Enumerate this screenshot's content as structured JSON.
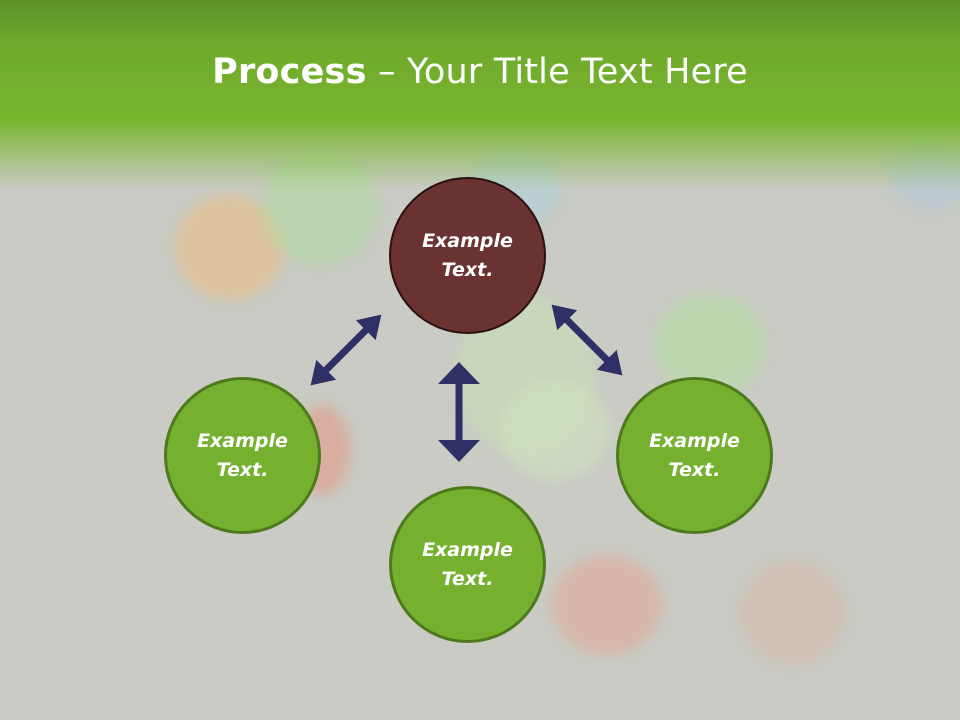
{
  "title": {
    "bold": "Process",
    "separator": " – ",
    "rest": "Your Title Text Here"
  },
  "nodes": [
    {
      "label": "Example Text.",
      "color": "#6b3232"
    },
    {
      "label": "Example Text.",
      "color": "#75b12f"
    },
    {
      "label": "Example Text.",
      "color": "#75b12f"
    },
    {
      "label": "Example Text.",
      "color": "#75b12f"
    }
  ],
  "colors": {
    "header": "#78b62e",
    "arrow": "#2e3066",
    "background": "#c9cbc4"
  }
}
